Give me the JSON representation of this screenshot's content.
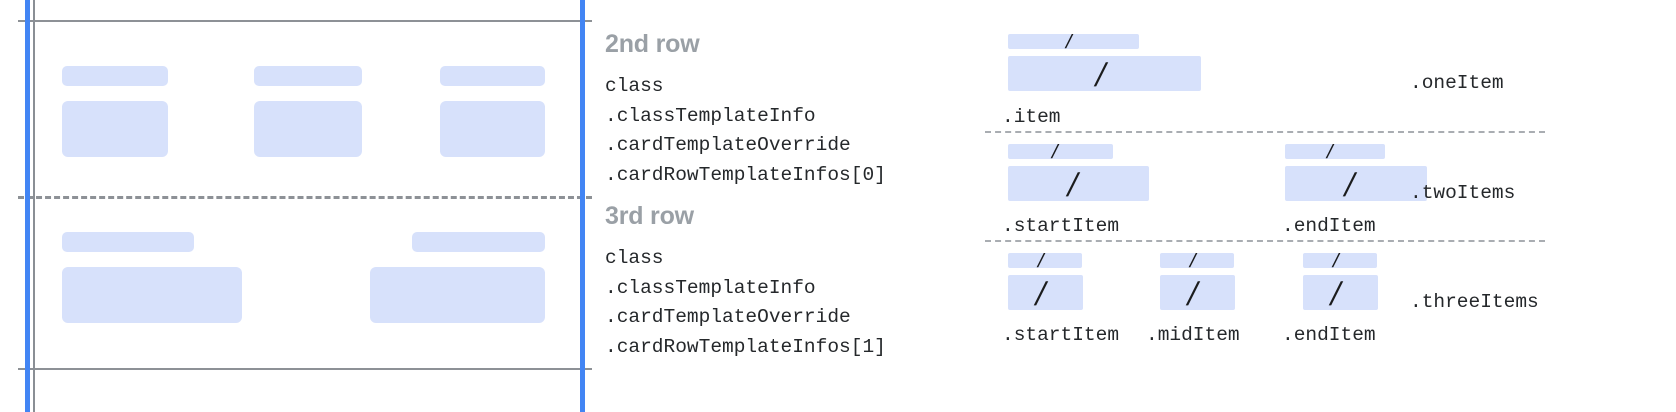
{
  "colors": {
    "placeholder_fill": "#d7e1fb",
    "accent_blue_rule": "#4285f4",
    "gray_rule": "#8d9196",
    "title_gray": "#9aa0a6",
    "code_text": "#25282b",
    "background": "#ffffff"
  },
  "card_preview": {
    "name": "card-row-preview",
    "top_border": true,
    "bottom_border": true,
    "row_divider": "dashed",
    "left_guide": "blue-vertical-guide",
    "right_guide": "blue-vertical-guide",
    "rows": [
      {
        "name": "second-row-preview",
        "cells": [
          {
            "label_bar": true,
            "content_box": true
          },
          {
            "label_bar": true,
            "content_box": true
          },
          {
            "label_bar": true,
            "content_box": true
          }
        ]
      },
      {
        "name": "third-row-preview",
        "cells": [
          {
            "label_bar": true,
            "content_box": true
          },
          {
            "label_bar": true,
            "content_box": true
          }
        ]
      }
    ]
  },
  "annotations": [
    {
      "title": "2nd row",
      "code_lines": [
        "class",
        ".classTemplateInfo",
        ".cardTemplateOverride",
        ".cardRowTemplateInfos[0]"
      ]
    },
    {
      "title": "3rd row",
      "code_lines": [
        "class",
        ".classTemplateInfo",
        ".cardTemplateOverride",
        ".cardRowTemplateInfos[1]"
      ]
    }
  ],
  "item_panel": {
    "name": "row-item-layout-options",
    "slash_glyph": "/",
    "groups": [
      {
        "group_label": ".oneItem",
        "items": [
          {
            "label": ".item"
          }
        ]
      },
      {
        "group_label": ".twoItems",
        "items": [
          {
            "label": ".startItem"
          },
          {
            "label": ".endItem"
          }
        ]
      },
      {
        "group_label": ".threeItems",
        "items": [
          {
            "label": ".startItem"
          },
          {
            "label": ".midItem"
          },
          {
            "label": ".endItem"
          }
        ]
      }
    ]
  }
}
